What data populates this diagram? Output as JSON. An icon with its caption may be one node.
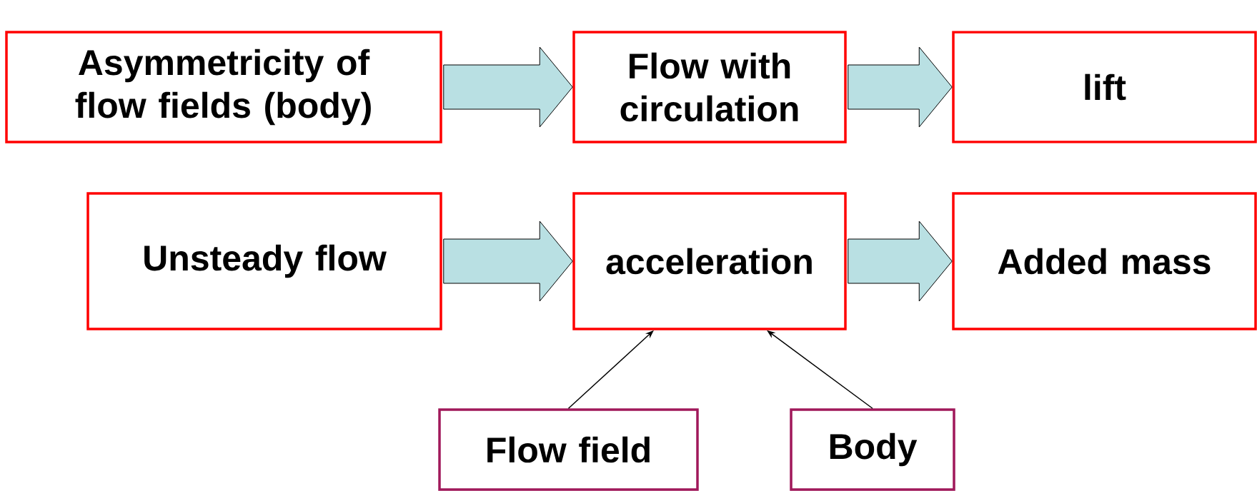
{
  "diagram": {
    "nodes": [
      {
        "text": [
          "Asymmetricity of flow fields (body)"
        ]
      },
      {
        "text": [
          "Flow with circulation"
        ]
      },
      {
        "text": [
          "lift"
        ]
      },
      {
        "text": [
          "Unsteady flow"
        ]
      },
      {
        "text": [
          "acceleration"
        ]
      },
      {
        "text": [
          "Added mass"
        ]
      },
      {
        "text": [
          "Flow field"
        ]
      },
      {
        "text": [
          "Body"
        ]
      }
    ],
    "edges": [
      {
        "from": 0,
        "to": 1,
        "arrow": "to",
        "style": "thick"
      },
      {
        "from": 1,
        "to": 2,
        "arrow": "to",
        "style": "thick"
      },
      {
        "from": 3,
        "to": 4,
        "arrow": "to",
        "style": "thick"
      },
      {
        "from": 4,
        "to": 5,
        "arrow": "to",
        "style": "thick"
      },
      {
        "from": 6,
        "to": 4,
        "arrow": "to"
      },
      {
        "from": 7,
        "to": 4,
        "arrow": "to"
      }
    ]
  }
}
